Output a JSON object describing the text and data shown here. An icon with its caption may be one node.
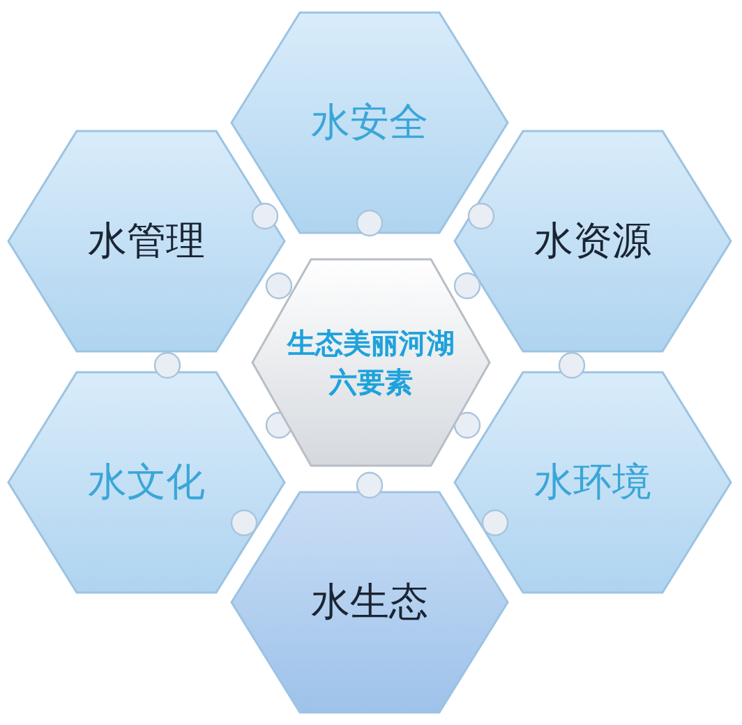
{
  "diagram": {
    "nodes": [
      {
        "text": [
          "水安全"
        ]
      },
      {
        "text": [
          "水管理"
        ]
      },
      {
        "text": [
          "水资源"
        ]
      },
      {
        "text": [
          "生态美丽河湖六要素"
        ]
      },
      {
        "text": [
          "水文化"
        ]
      },
      {
        "text": [
          "水环境"
        ]
      },
      {
        "text": [
          "水生态"
        ]
      }
    ]
  }
}
